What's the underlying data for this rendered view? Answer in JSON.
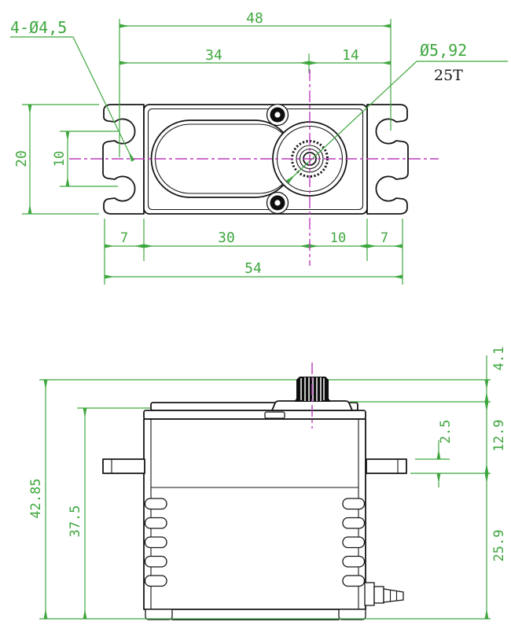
{
  "drawing": {
    "units": "mm",
    "style": {
      "dimension_color": "#3fa73f",
      "centerline_color": "#bb3cbb",
      "outline_color": "#161616",
      "background": "#ffffff"
    },
    "top_view": {
      "mounting_hole_callout": "4-Ø4,5",
      "spline_diameter": "Ø5,92",
      "spline_tooth_count": "25T",
      "hole_span": "48",
      "hole_to_shaft": "34",
      "shaft_to_hole_right": "14",
      "body_height": "20",
      "slot_pitch": "10",
      "left_tab": "7",
      "body_to_shaft": "30",
      "shaft_to_body_right": "10",
      "right_tab": "7",
      "overall_width": "54"
    },
    "side_view": {
      "spline_height": "4.1",
      "spline_to_flange": "12.9",
      "flange_thickness": "2.5",
      "overall_height": "42.85",
      "case_height": "37.5",
      "flange_to_base": "25.9"
    }
  }
}
